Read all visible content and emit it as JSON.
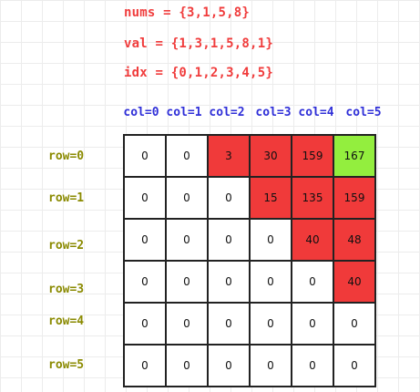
{
  "header": {
    "nums": "nums = {3,1,5,8}",
    "val": "val = {1,3,1,5,8,1}",
    "idx": "idx = {0,1,2,3,4,5}"
  },
  "col_labels": [
    "col=0",
    "col=1",
    "col=2",
    "col=3",
    "col=4",
    "col=5"
  ],
  "row_labels": [
    "row=0",
    "row=1",
    "row=2",
    "row=3",
    "row=4",
    "row=5"
  ],
  "table": {
    "rows": [
      [
        0,
        0,
        3,
        30,
        159,
        167
      ],
      [
        0,
        0,
        0,
        15,
        135,
        159
      ],
      [
        0,
        0,
        0,
        0,
        40,
        48
      ],
      [
        0,
        0,
        0,
        0,
        0,
        40
      ],
      [
        0,
        0,
        0,
        0,
        0,
        0
      ],
      [
        0,
        0,
        0,
        0,
        0,
        0
      ]
    ],
    "highlight": [
      [
        "",
        "",
        "red",
        "red",
        "red",
        "green"
      ],
      [
        "",
        "",
        "",
        "red",
        "red",
        "red"
      ],
      [
        "",
        "",
        "",
        "",
        "red",
        "red"
      ],
      [
        "",
        "",
        "",
        "",
        "",
        "red"
      ],
      [
        "",
        "",
        "",
        "",
        "",
        ""
      ],
      [
        "",
        "",
        "",
        "",
        "",
        ""
      ]
    ]
  },
  "colors": {
    "red": "#f03a3a",
    "green": "#93ee3e",
    "header_text": "#f03c3c",
    "col_label_text": "#2f2fd8",
    "row_label_text": "#8a8a00"
  }
}
